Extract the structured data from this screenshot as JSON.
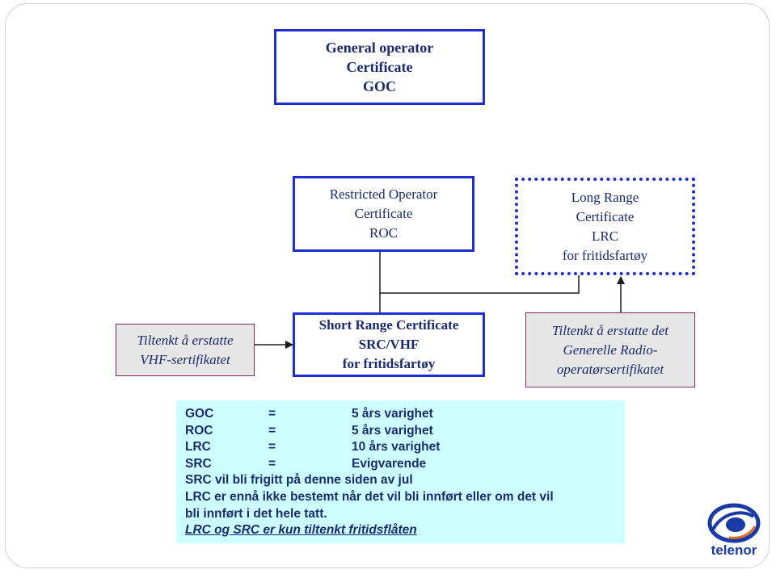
{
  "boxes": {
    "goc": {
      "line1": "General operator",
      "line2": "Certificate",
      "line3": "GOC"
    },
    "roc": {
      "line1": "Restricted Operator",
      "line2": "Certificate",
      "line3": "ROC"
    },
    "lrc": {
      "line1": "Long Range",
      "line2": "Certificate",
      "line3": "LRC",
      "line4": "for fritidsfartøy"
    },
    "src": {
      "line1": "Short Range Certificate",
      "line2": "SRC/VHF",
      "line3": "for fritidsfartøy"
    }
  },
  "notes": {
    "left": {
      "line1": "Tiltenkt å erstatte",
      "line2": "VHF-sertifikatet"
    },
    "right": {
      "line1": "Tiltenkt å erstatte det",
      "line2": "Generelle Radio-",
      "line3": "operatørsertifikatet"
    }
  },
  "info": {
    "rows": [
      {
        "key": "GOC",
        "eq": "=",
        "value": "5 års varighet"
      },
      {
        "key": "ROC",
        "eq": "=",
        "value": "5 års varighet"
      },
      {
        "key": "LRC",
        "eq": "=",
        "value": "10 års varighet"
      },
      {
        "key": "SRC",
        "eq": "=",
        "value": "Evigvarende"
      }
    ],
    "line1": "SRC vil bli frigitt på denne siden av jul",
    "line2": "LRC er ennå ikke bestemt når det vil bli innført eller om det vil",
    "line3": "bli innført i det hele tatt.",
    "line4": "LRC og SRC er kun tiltenkt fritidsflåten"
  },
  "logo": {
    "text": "telenor"
  },
  "colors": {
    "box_border": "#1f2fcf",
    "note_border": "#7a2a6a",
    "note_fill": "#e6e6e6",
    "info_fill": "#ccffff",
    "text": "#1a2a6c",
    "logo_blue": "#1a3aa8"
  }
}
